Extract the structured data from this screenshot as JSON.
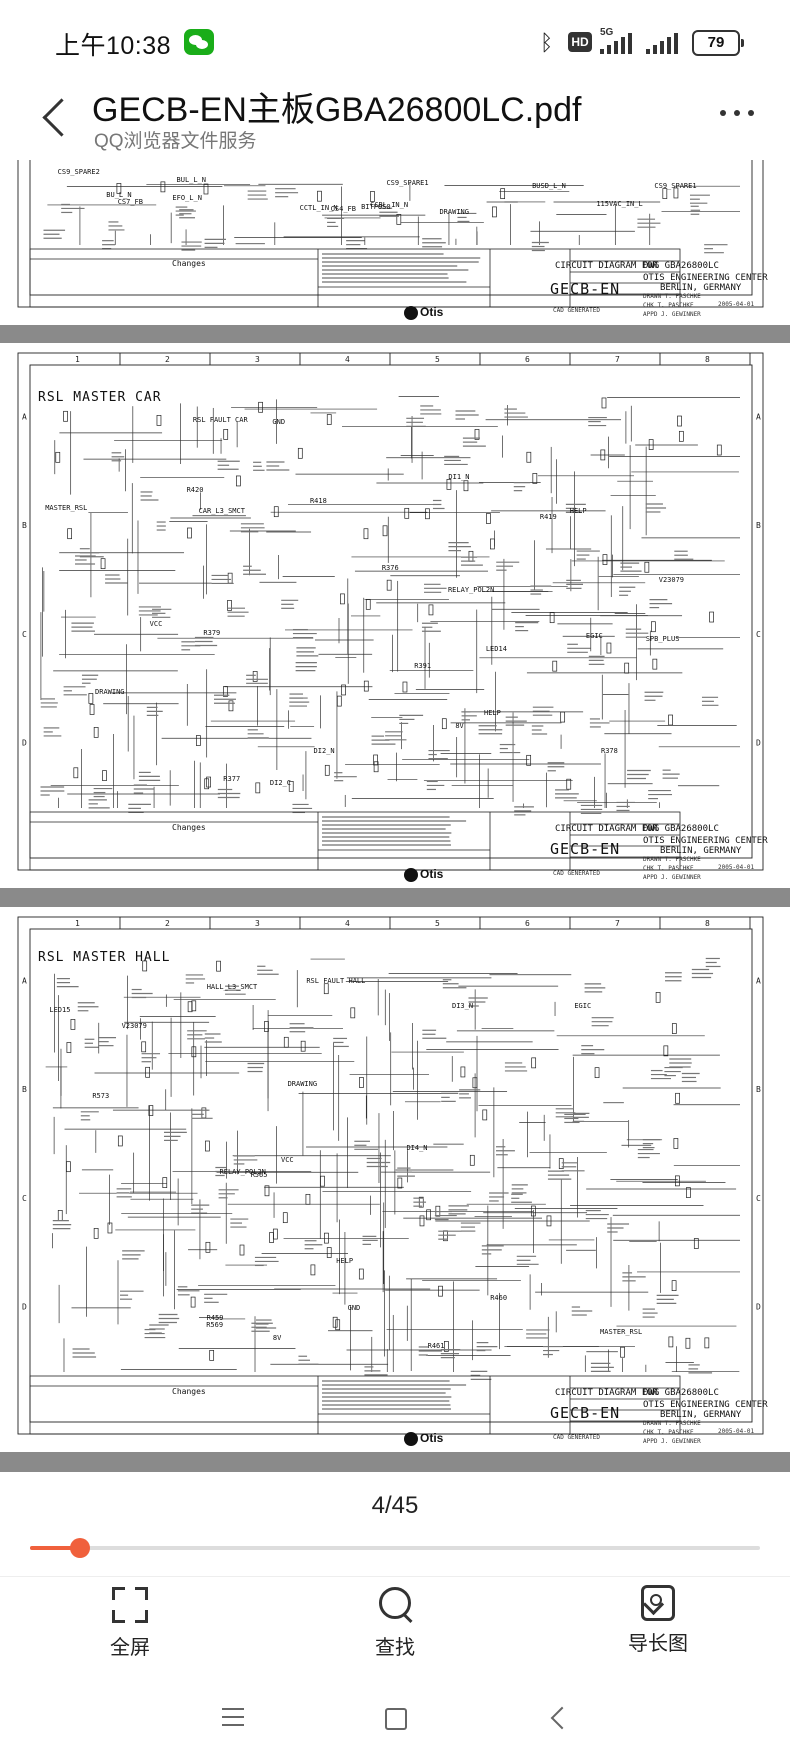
{
  "status_bar": {
    "time": "上午10:38",
    "hd_badge": "HD",
    "network": "5G",
    "battery": "79"
  },
  "header": {
    "title": "GECB-EN主板GBA26800LC.pdf",
    "subtitle": "QQ浏览器文件服务"
  },
  "document": {
    "pages": [
      {
        "sheet_title": "",
        "changes_label": "Changes",
        "circuit_diagram_for": "CIRCUIT DIAGRAM FOR",
        "gecb": "GECB-EN",
        "dwg": "DWG GBA26800LC",
        "engineering": "OTIS ENGINEERING CENTER",
        "location": "BERLIN, GERMANY",
        "drawn": "DRAWN T. PASCHKE",
        "chk": "CHK  T. PASCHKE",
        "appd": "APPD  J. GEWINNER",
        "date": "2005-04-01",
        "cad": "CAD GENERATED",
        "brand": "Otis",
        "labels": [
          "CCTL_IN_N",
          "CCBL_IN_N",
          "CS9_SPARE1",
          "CS9_SPARE2",
          "CS9_SPARE1",
          "CS7_FB",
          "BITPOS0",
          "BU_L_N",
          "BUSD_L_N",
          "BUL_L_N",
          "EFO_L_N",
          "115VAC_IN_L",
          "CS4_FB",
          "DRAWING"
        ]
      },
      {
        "sheet_title": "RSL MASTER CAR",
        "changes_label": "Changes",
        "circuit_diagram_for": "CIRCUIT DIAGRAM FOR",
        "gecb": "GECB-EN",
        "dwg": "DWG GBA26800LC",
        "engineering": "OTIS ENGINEERING CENTER",
        "location": "BERLIN, GERMANY",
        "drawn": "DRAWN T. PASCHKE",
        "chk": "CHK  T. PASCHKE",
        "appd": "APPD  J. GEWINNER",
        "date": "2005-04-01",
        "cad": "CAD GENERATED",
        "brand": "Otis",
        "labels": [
          "SPB_PLUS",
          "8V",
          "R419",
          "R418",
          "R420",
          "R377",
          "R376",
          "R378",
          "V23079",
          "RELAY_POL2N",
          "MASTER_RSL",
          "RSL FAULT CAR",
          "DRAWING",
          "EGIC",
          "GND",
          "VCC",
          "HELP",
          "HELP",
          "CAR_L3_SMCT",
          "R379",
          "R391",
          "DI1_N",
          "DI2_N",
          "DI2_C",
          "LED14"
        ]
      },
      {
        "sheet_title": "RSL MASTER HALL",
        "changes_label": "Changes",
        "circuit_diagram_for": "CIRCUIT DIAGRAM FOR",
        "gecb": "GECB-EN",
        "dwg": "DWG GBA26800LC",
        "engineering": "OTIS ENGINEERING CENTER",
        "location": "BERLIN, GERMANY",
        "drawn": "DRAWN T. PASCHKE",
        "chk": "CHK  T. PASCHKE",
        "appd": "APPD  J. GEWINNER",
        "date": "2005-04-01",
        "cad": "CAD GENERATED",
        "brand": "Otis",
        "labels": [
          "8V",
          "R461",
          "R459",
          "R460",
          "HALL_L3_SMCT",
          "V23079",
          "RELAY_POL2N",
          "MASTER_RSL",
          "RSL FAULT HALL",
          "DRAWING",
          "EGIC",
          "GND",
          "VCC",
          "HELP",
          "DI3_N",
          "DI4_N",
          "R573",
          "R569",
          "R565",
          "LED15"
        ]
      }
    ]
  },
  "pager": {
    "indicator": "4/45",
    "progress": 0.068
  },
  "toolbar": {
    "fullscreen": "全屏",
    "search": "查找",
    "long_image": "导长图"
  }
}
